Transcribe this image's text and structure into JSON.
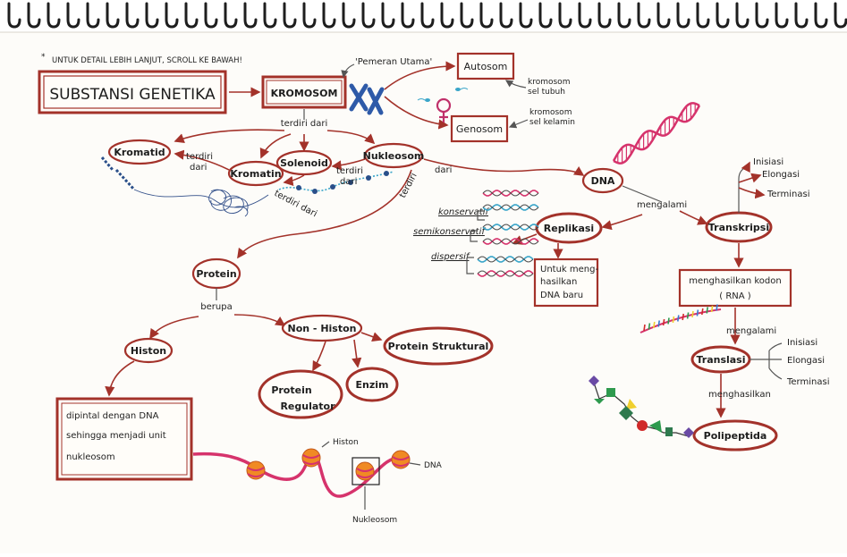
{
  "header_note": "UNTUK DETAIL LEBIH LANJUT, SCROLL KE BAWAH!",
  "title": "SUBSTANSI GENETIKA",
  "nodes": {
    "kromosom": "KROMOSOM",
    "autosom": "Autosom",
    "genosom": "Genosom",
    "kromatid": "Kromatid",
    "kromatin": "Kromatin",
    "solenoid": "Solenoid",
    "nukleosom": "Nukleosom",
    "dna": "DNA",
    "protein": "Protein",
    "histon": "Histon",
    "non_histon": "Non - Histon",
    "protein_struktural": "Protein Struktural",
    "protein_regulator_line1": "Protein",
    "protein_regulator_line2": "Regulator",
    "enzim": "Enzim",
    "replikasi": "Replikasi",
    "transkripsi": "Transkripsi",
    "translasi": "Translasi",
    "polipeptida": "Polipeptida"
  },
  "notes": {
    "pemeran_utama": "'Pemeran Utama'",
    "autosom_desc_line1": "kromosom",
    "autosom_desc_line2": "sel tubuh",
    "genosom_desc_line1": "kromosom",
    "genosom_desc_line2": "sel kelamin",
    "rna_box_line1": "menghasilkan kodon",
    "rna_box_line2": "( RNA )",
    "replikasi_box_line1": "Untuk meng-",
    "replikasi_box_line2": "hasilkan",
    "replikasi_box_line3": "DNA baru",
    "histon_box_line1": "dipintal dengan DNA",
    "histon_box_line2": "sehingga menjadi unit",
    "histon_box_line3": "nukleosom"
  },
  "edge_labels": {
    "terdiri_dari": "terdiri dari",
    "terdiri": "terdiri",
    "dari": "dari",
    "mengalami": "mengalami",
    "berupa": "berupa",
    "menghasilkan": "menghasilkan"
  },
  "replikasi_models": [
    "konservatif",
    "semikonservatif",
    "dispersif"
  ],
  "transkripsi_stages": [
    "Inisiasi",
    "Elongasi",
    "Terminasi"
  ],
  "translasi_stages": [
    "Inisiasi",
    "Elongasi",
    "Terminasi"
  ],
  "diagram_labels": {
    "histon": "Histon",
    "dna": "DNA",
    "nukleosom": "Nukleosom"
  },
  "colors": {
    "accent": "#a3322a",
    "dna_pink": "#d6336c",
    "dna_blue": "#3aa5c9",
    "nucleosome": "#f08a24"
  }
}
